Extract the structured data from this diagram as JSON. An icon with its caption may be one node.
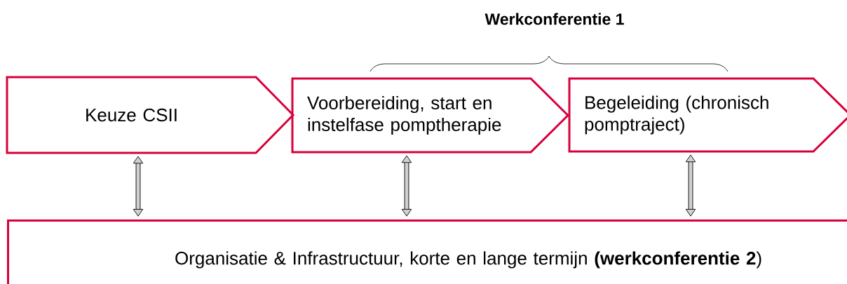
{
  "diagram": {
    "nodes": [
      {
        "text": [
          "Keuze CSII"
        ]
      },
      {
        "text": [
          "Voorbereiding, start en instelfase pomptherapie"
        ]
      },
      {
        "text": [
          "Begeleiding (chronisch pomptraject)"
        ]
      },
      {
        "text": [
          "Organisatie & Infrastructuur, korte en lange termijn **(werkconferentie 2**)"
        ]
      }
    ],
    "edges": [
      {
        "from": 0,
        "to": 3,
        "arrow": "both"
      },
      {
        "from": 1,
        "to": 3,
        "arrow": "both"
      },
      {
        "from": 2,
        "to": 3,
        "arrow": "both"
      }
    ],
    "labels": [
      "Werkconferentie 1"
    ]
  }
}
